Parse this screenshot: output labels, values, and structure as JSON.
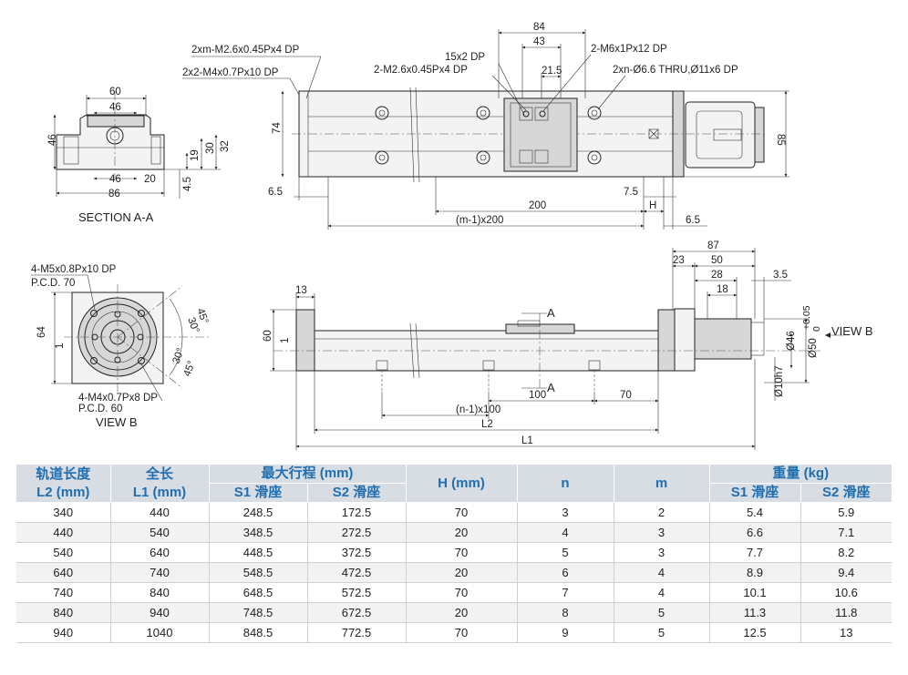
{
  "drawing": {
    "section_aa": {
      "title": "SECTION A-A",
      "dim_60": "60",
      "dim_46_top": "46",
      "dim_46_bottom": "46",
      "dim_20": "20",
      "dim_86": "86",
      "dim_46_left": "46",
      "dim_19": "19",
      "dim_30": "30",
      "dim_32": "32",
      "dim_4_5": "4.5"
    },
    "top_view": {
      "callout_m26_side": "2xm-M2.6x0.45Px4 DP",
      "callout_m4": "2x2-M4x0.7Px10 DP",
      "callout_15x2": "15x2 DP",
      "callout_m26_slider": "2-M2.6x0.45Px4 DP",
      "callout_m6": "2-M6x1Px12 DP",
      "callout_thru": "2xn-Ø6.6 THRU,Ø11x6 DP",
      "dim_84": "84",
      "dim_43": "43",
      "dim_21_5": "21.5",
      "dim_74": "74",
      "dim_85": "85",
      "dim_6_5_left": "6.5",
      "dim_7_5": "7.5",
      "dim_200": "200",
      "dim_h": "H",
      "dim_m200": "(m-1)x200",
      "dim_6_5_right": "6.5"
    },
    "view_b": {
      "title": "VIEW B",
      "callout_m5": "4-M5x0.8Px10 DP",
      "pcd_70": "P.C.D. 70",
      "callout_m4": "4-M4x0.7Px8 DP",
      "pcd_60": "P.C.D. 60",
      "ang_45_top": "45°",
      "ang_30_top": "30°",
      "ang_30_bottom": "30°",
      "ang_45_bottom": "45°",
      "dim_64": "64",
      "dim_1": "1"
    },
    "side_view": {
      "dim_13": "13",
      "dim_60": "60",
      "dim_1": "1",
      "section_a_top": "A",
      "section_a_bottom": "A",
      "dim_87": "87",
      "dim_23": "23",
      "dim_50": "50",
      "dim_28": "28",
      "dim_18": "18",
      "dim_3_5": "3.5",
      "view_b_label": "VIEW B",
      "dim_phi46": "Ø46",
      "dim_phi50": "Ø50",
      "tol_plus": "+0.05",
      "tol_zero": "0",
      "dim_phi10": "Ø10h7",
      "dim_100": "100",
      "dim_70": "70",
      "dim_n100": "(n-1)x100",
      "dim_l2": "L2",
      "dim_l1": "L1"
    }
  },
  "table": {
    "head": {
      "rail_length": "轨道长度\nL2 (mm)",
      "total_length": "全长\nL1 (mm)",
      "max_stroke": "最大行程 (mm)",
      "h": "H (mm)",
      "n": "n",
      "m": "m",
      "weight": "重量 (kg)",
      "s1": "S1 滑座",
      "s2": "S2 滑座"
    },
    "rows": [
      [
        "340",
        "440",
        "248.5",
        "172.5",
        "70",
        "3",
        "2",
        "5.4",
        "5.9"
      ],
      [
        "440",
        "540",
        "348.5",
        "272.5",
        "20",
        "4",
        "3",
        "6.6",
        "7.1"
      ],
      [
        "540",
        "640",
        "448.5",
        "372.5",
        "70",
        "5",
        "3",
        "7.7",
        "8.2"
      ],
      [
        "640",
        "740",
        "548.5",
        "472.5",
        "20",
        "6",
        "4",
        "8.9",
        "9.4"
      ],
      [
        "740",
        "840",
        "648.5",
        "572.5",
        "70",
        "7",
        "4",
        "10.1",
        "10.6"
      ],
      [
        "840",
        "940",
        "748.5",
        "672.5",
        "20",
        "8",
        "5",
        "11.3",
        "11.8"
      ],
      [
        "940",
        "1040",
        "848.5",
        "772.5",
        "70",
        "9",
        "5",
        "12.5",
        "13"
      ]
    ]
  }
}
